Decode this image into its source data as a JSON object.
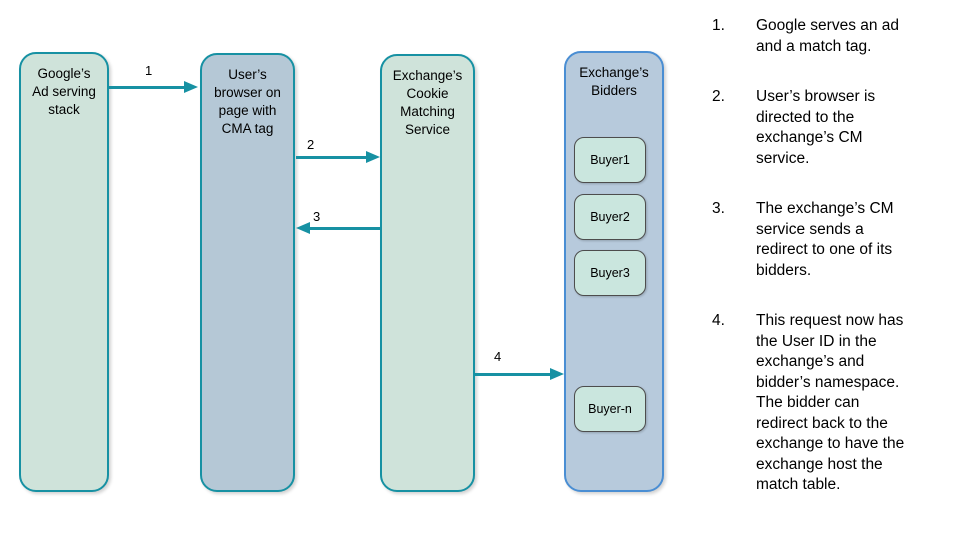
{
  "diagram": {
    "nodes": {
      "google": {
        "label": "Google’s\nAd serving\nstack"
      },
      "browser": {
        "label": "User’s\nbrowser on\npage with\nCMA tag"
      },
      "cm_service": {
        "label": "Exchange’s\nCookie\nMatching\nService"
      },
      "bidders": {
        "label": "Exchange’s\nBidders",
        "buyers": [
          "Buyer1",
          "Buyer2",
          "Buyer3",
          "Buyer-n"
        ]
      }
    },
    "arrows": {
      "a1": "1",
      "a2": "2",
      "a3": "3",
      "a4": "4"
    },
    "colors": {
      "teal_border": "#1791a3",
      "green_fill": "#cfe3da",
      "browser_fill": "#b5c8d6",
      "bidders_fill": "#b7cadc",
      "bidders_border": "#4a8ed3",
      "buyer_fill": "#cae6de",
      "buyer_border": "#4d4d4d"
    }
  },
  "steps": {
    "items": [
      {
        "num": "1.",
        "text": "Google serves an ad\nand a match tag."
      },
      {
        "num": "2.",
        "text": "User’s browser is\ndirected to the\nexchange’s CM\nservice."
      },
      {
        "num": "3.",
        "text": "The exchange’s CM\nservice sends a\nredirect to one of its\nbidders."
      },
      {
        "num": "4.",
        "text": "This request now has\nthe User ID in the\nexchange’s and\nbidder’s namespace.\nThe bidder can\nredirect back to the\nexchange to have the\nexchange host the\nmatch table."
      }
    ]
  }
}
